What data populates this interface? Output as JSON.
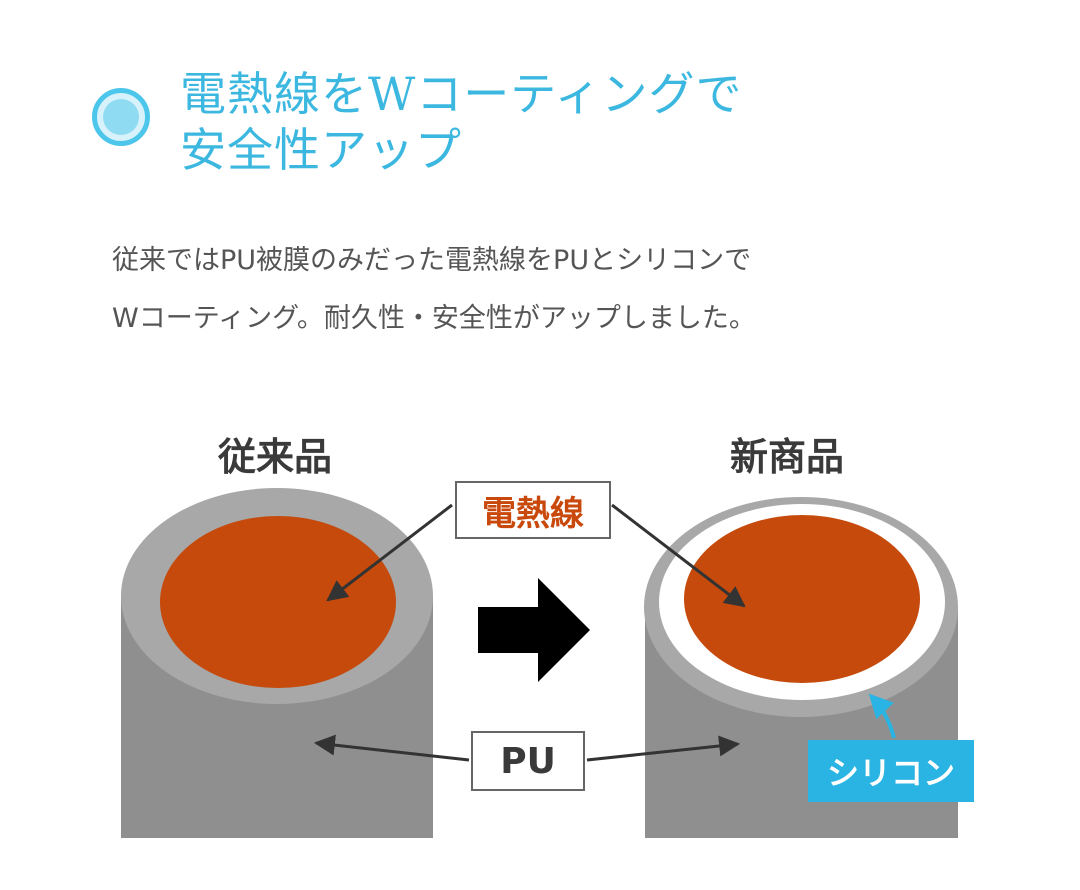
{
  "heading": {
    "line1": "電熱線をWコーティングで",
    "line2": "安全性アップ"
  },
  "description": {
    "line1": "従来ではPU被膜のみだった電熱線をPUとシリコンで",
    "line2": "Wコーティング。耐久性・安全性がアップしました。"
  },
  "diagram": {
    "old_label": "従来品",
    "new_label": "新商品",
    "heating_wire_label": "電熱線",
    "pu_label": "PU",
    "silicone_label": "シリコン",
    "colors": {
      "heating_wire": "#c54a0c",
      "pu_gray": "#9a9a9a",
      "silicone_blue": "#2ab4e4",
      "heading_blue": "#3cb8e0"
    }
  }
}
